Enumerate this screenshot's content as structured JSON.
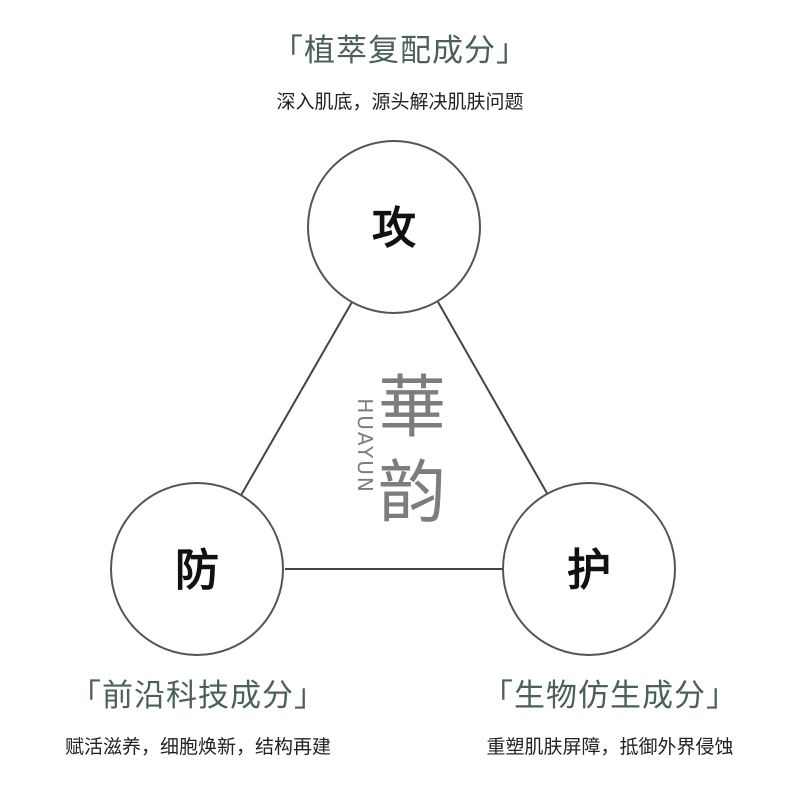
{
  "top_section": {
    "heading": "「植萃复配成分」",
    "subtitle": "深入肌底，源头解决肌肤问题"
  },
  "left_section": {
    "heading": "「前沿科技成分」",
    "subtitle": "赋活滋养，细胞焕新，结构再建"
  },
  "right_section": {
    "heading": "「生物仿生成分」",
    "subtitle": "重塑肌肤屏障，抵御外界侵蚀"
  },
  "nodes": {
    "top": "攻",
    "left": "防",
    "right": "护"
  },
  "logo": {
    "chinese_line1": "華",
    "chinese_line2": "韵",
    "english": "HUAYUN"
  },
  "colors": {
    "heading": "#4a6158",
    "text": "#222222",
    "stroke": "#444444",
    "logo": "#7d7d7d"
  }
}
